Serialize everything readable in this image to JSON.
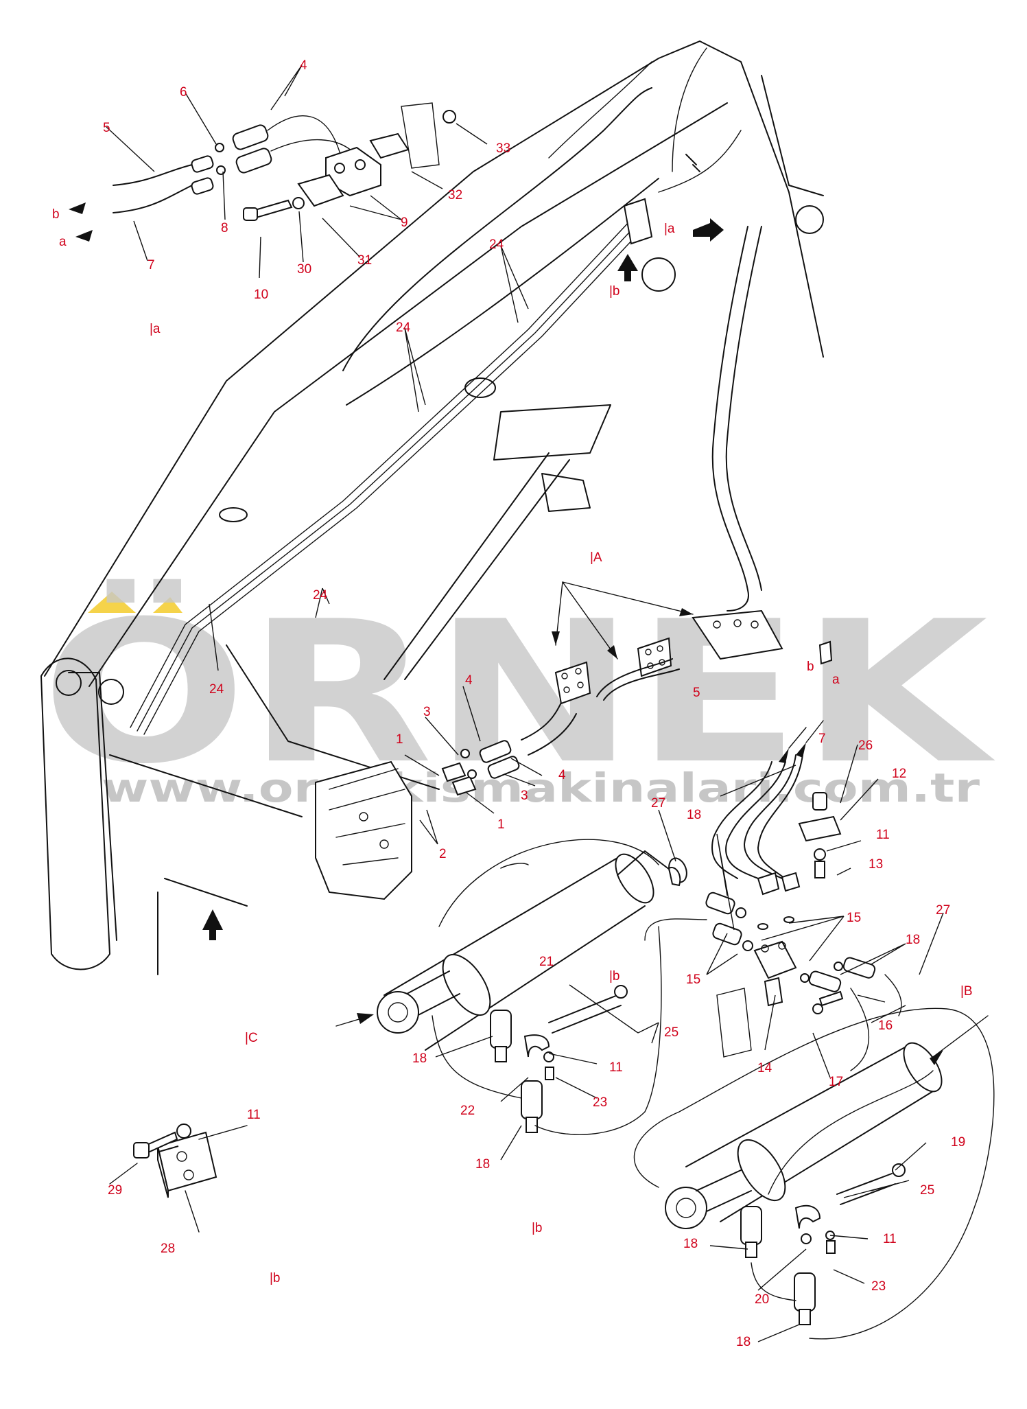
{
  "watermark": {
    "brand": "ÖRNEK",
    "url": "www.ornekismakinalari.com.tr",
    "color": "#c8c8c8",
    "accent": "#f5d34a"
  },
  "colors": {
    "label": "#d0021b",
    "line": "#111111"
  },
  "labels": [
    {
      "id": "l4a",
      "text": "4"
    },
    {
      "id": "l6",
      "text": "6"
    },
    {
      "id": "l5a",
      "text": "5"
    },
    {
      "id": "l8",
      "text": "8"
    },
    {
      "id": "lba",
      "text": "b"
    },
    {
      "id": "laa",
      "text": "a"
    },
    {
      "id": "l7a",
      "text": "7"
    },
    {
      "id": "l33",
      "text": "33"
    },
    {
      "id": "l32",
      "text": "32"
    },
    {
      "id": "l9",
      "text": "9"
    },
    {
      "id": "l31",
      "text": "31"
    },
    {
      "id": "l30",
      "text": "30"
    },
    {
      "id": "l10",
      "text": "10"
    },
    {
      "id": "ref_a1",
      "text": "|a"
    },
    {
      "id": "ref_a2",
      "text": "|a"
    },
    {
      "id": "ref_b1",
      "text": "|b"
    },
    {
      "id": "l24a",
      "text": "24"
    },
    {
      "id": "l24b",
      "text": "24"
    },
    {
      "id": "l24c",
      "text": "24"
    },
    {
      "id": "l24d",
      "text": "24"
    },
    {
      "id": "refA",
      "text": "|A"
    },
    {
      "id": "l4b",
      "text": "4"
    },
    {
      "id": "l3a",
      "text": "3"
    },
    {
      "id": "l1a",
      "text": "1"
    },
    {
      "id": "l4c",
      "text": "4"
    },
    {
      "id": "l3b",
      "text": "3"
    },
    {
      "id": "l1b",
      "text": "1"
    },
    {
      "id": "l2",
      "text": "2"
    },
    {
      "id": "lbb",
      "text": "b"
    },
    {
      "id": "lab",
      "text": "a"
    },
    {
      "id": "l5b",
      "text": "5"
    },
    {
      "id": "l7b",
      "text": "7"
    },
    {
      "id": "l26",
      "text": "26"
    },
    {
      "id": "l12",
      "text": "12"
    },
    {
      "id": "l11a",
      "text": "11"
    },
    {
      "id": "l13",
      "text": "13"
    },
    {
      "id": "l27a",
      "text": "27"
    },
    {
      "id": "l18a",
      "text": "18"
    },
    {
      "id": "l15a",
      "text": "15"
    },
    {
      "id": "l27b",
      "text": "27"
    },
    {
      "id": "l18b",
      "text": "18"
    },
    {
      "id": "l15b",
      "text": "15"
    },
    {
      "id": "l21",
      "text": "21"
    },
    {
      "id": "l16",
      "text": "16"
    },
    {
      "id": "refB",
      "text": "|B"
    },
    {
      "id": "refb2",
      "text": "|b"
    },
    {
      "id": "refC",
      "text": "|C"
    },
    {
      "id": "l25a",
      "text": "25"
    },
    {
      "id": "l14",
      "text": "14"
    },
    {
      "id": "l17",
      "text": "17"
    },
    {
      "id": "l18c",
      "text": "18"
    },
    {
      "id": "l11b",
      "text": "11"
    },
    {
      "id": "l22",
      "text": "22"
    },
    {
      "id": "l23a",
      "text": "23"
    },
    {
      "id": "l18d",
      "text": "18"
    },
    {
      "id": "l11c",
      "text": "11"
    },
    {
      "id": "l29",
      "text": "29"
    },
    {
      "id": "l28",
      "text": "28"
    },
    {
      "id": "refb3",
      "text": "|b"
    },
    {
      "id": "refb4",
      "text": "|b"
    },
    {
      "id": "l19",
      "text": "19"
    },
    {
      "id": "l25b",
      "text": "25"
    },
    {
      "id": "l18e",
      "text": "18"
    },
    {
      "id": "l11d",
      "text": "11"
    },
    {
      "id": "l20",
      "text": "20"
    },
    {
      "id": "l23b",
      "text": "23"
    },
    {
      "id": "l18f",
      "text": "18"
    }
  ]
}
